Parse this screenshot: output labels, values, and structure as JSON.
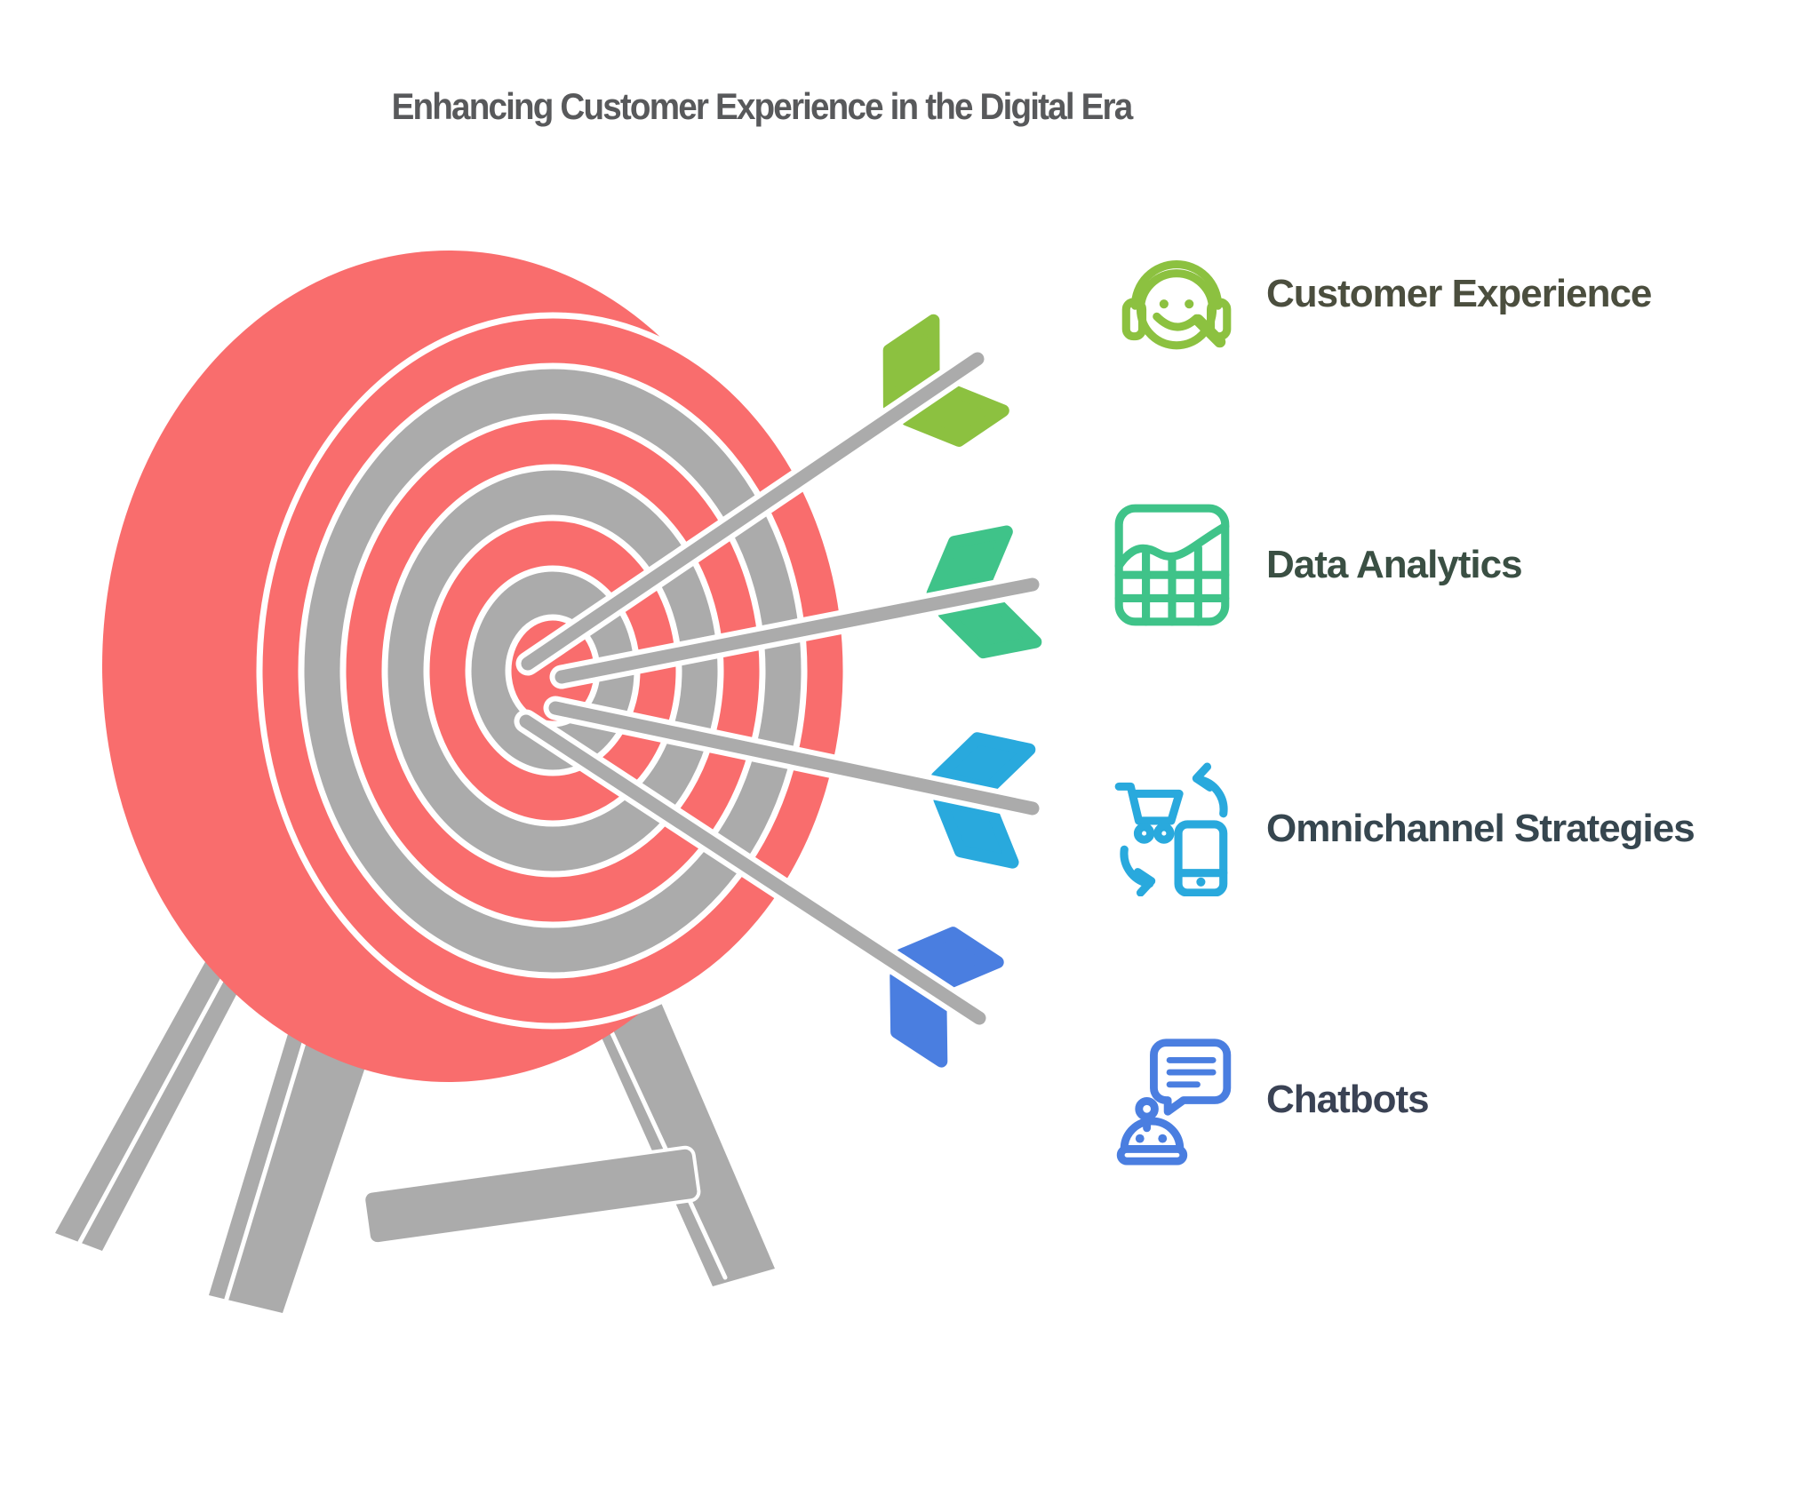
{
  "title": "Enhancing Customer Experience in the Digital Era",
  "items": [
    {
      "label": "Customer Experience",
      "icon": "customer-support-headset-icon",
      "icon_color": "#8CC140",
      "label_color": "#4B4E3E"
    },
    {
      "label": "Data Analytics",
      "icon": "analytics-chart-grid-icon",
      "icon_color": "#3FC389",
      "label_color": "#3A4F43"
    },
    {
      "label": "Omnichannel Strategies",
      "icon": "cart-phone-sync-icon",
      "icon_color": "#29A9DD",
      "label_color": "#36464F"
    },
    {
      "label": "Chatbots",
      "icon": "chatbot-robot-bubble-icon",
      "icon_color": "#4A7EE0",
      "label_color": "#3A4254"
    }
  ],
  "target": {
    "colors": {
      "ring_red": "#F96D6D",
      "ring_gray": "#ABABAB",
      "separator": "#FFFFFF"
    },
    "arrows_count": 4,
    "arrow_fletch_colors": [
      "#8CC140",
      "#3FC389",
      "#29A9DD",
      "#4A7EE0"
    ]
  },
  "colors": {
    "background": "#FFFFFF",
    "title": "#58595B"
  }
}
